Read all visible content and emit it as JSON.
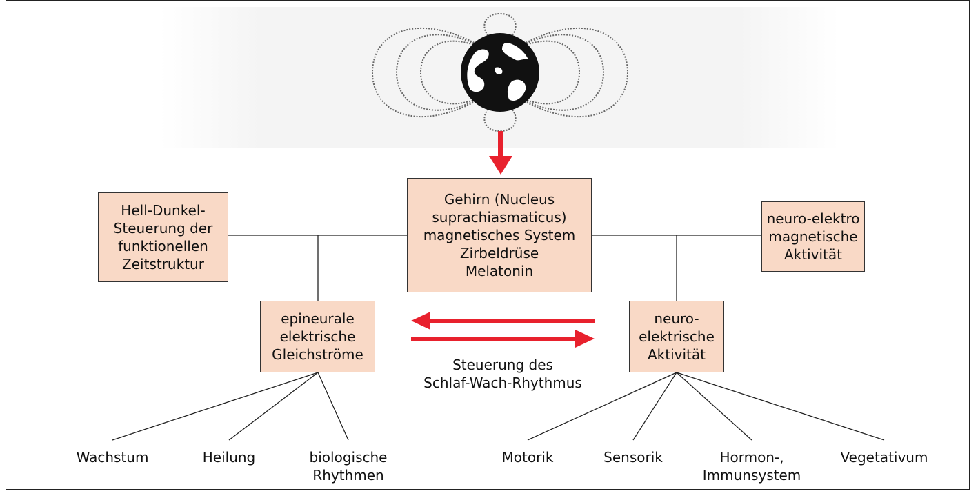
{
  "colors": {
    "box_fill": "#f9d9c6",
    "arrow": "#e8212d",
    "line": "#222222"
  },
  "icon": "globe-magnetic-field-icon",
  "boxes": {
    "brain": "Gehirn (Nucleus\nsuprachiasmaticus)\nmagnetisches System\nZirbeldrüse\nMelatonin",
    "light_dark": "Hell-Dunkel-\nSteuerung der\nfunktionellen\nZeitstruktur",
    "neuro_em": "neuro-elektro\nmagnetische\nAktivität",
    "epineural": "epineurale\nelektrische\nGleichströme",
    "neuro_el": "neuro-\nelektrische\nAktivität"
  },
  "center_label": "Steuerung des\nSchlaf-Wach-Rhythmus",
  "leaves": {
    "wachstum": "Wachstum",
    "heilung": "Heilung",
    "bio_rhythmen": "biologische\nRhythmen",
    "motorik": "Motorik",
    "sensorik": "Sensorik",
    "hormon": "Hormon-,\nImmunsystem",
    "vegetativum": "Vegetativum"
  }
}
